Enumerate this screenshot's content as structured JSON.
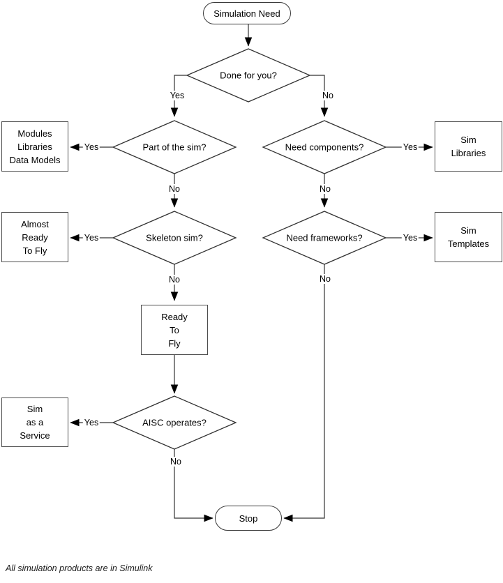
{
  "labels": {
    "yes": "Yes",
    "no": "No"
  },
  "footer": "All simulation products are in Simulink",
  "nodes": {
    "start": "Simulation Need",
    "done_for_you": "Done for you?",
    "part_of_sim": "Part of the sim?",
    "need_components": "Need components?",
    "skeleton_sim": "Skeleton sim?",
    "need_frameworks": "Need frameworks?",
    "aisc_operates": "AISC operates?",
    "stop": "Stop",
    "modules": [
      "Modules",
      "Libraries",
      "Data Models"
    ],
    "sim_libraries": [
      "Sim",
      "Libraries"
    ],
    "almost_ready": [
      "Almost",
      "Ready",
      "To Fly"
    ],
    "sim_templates": [
      "Sim",
      "Templates"
    ],
    "ready_to_fly": [
      "Ready",
      "To",
      "Fly"
    ],
    "sim_as_service": [
      "Sim",
      "as a",
      "Service"
    ]
  }
}
